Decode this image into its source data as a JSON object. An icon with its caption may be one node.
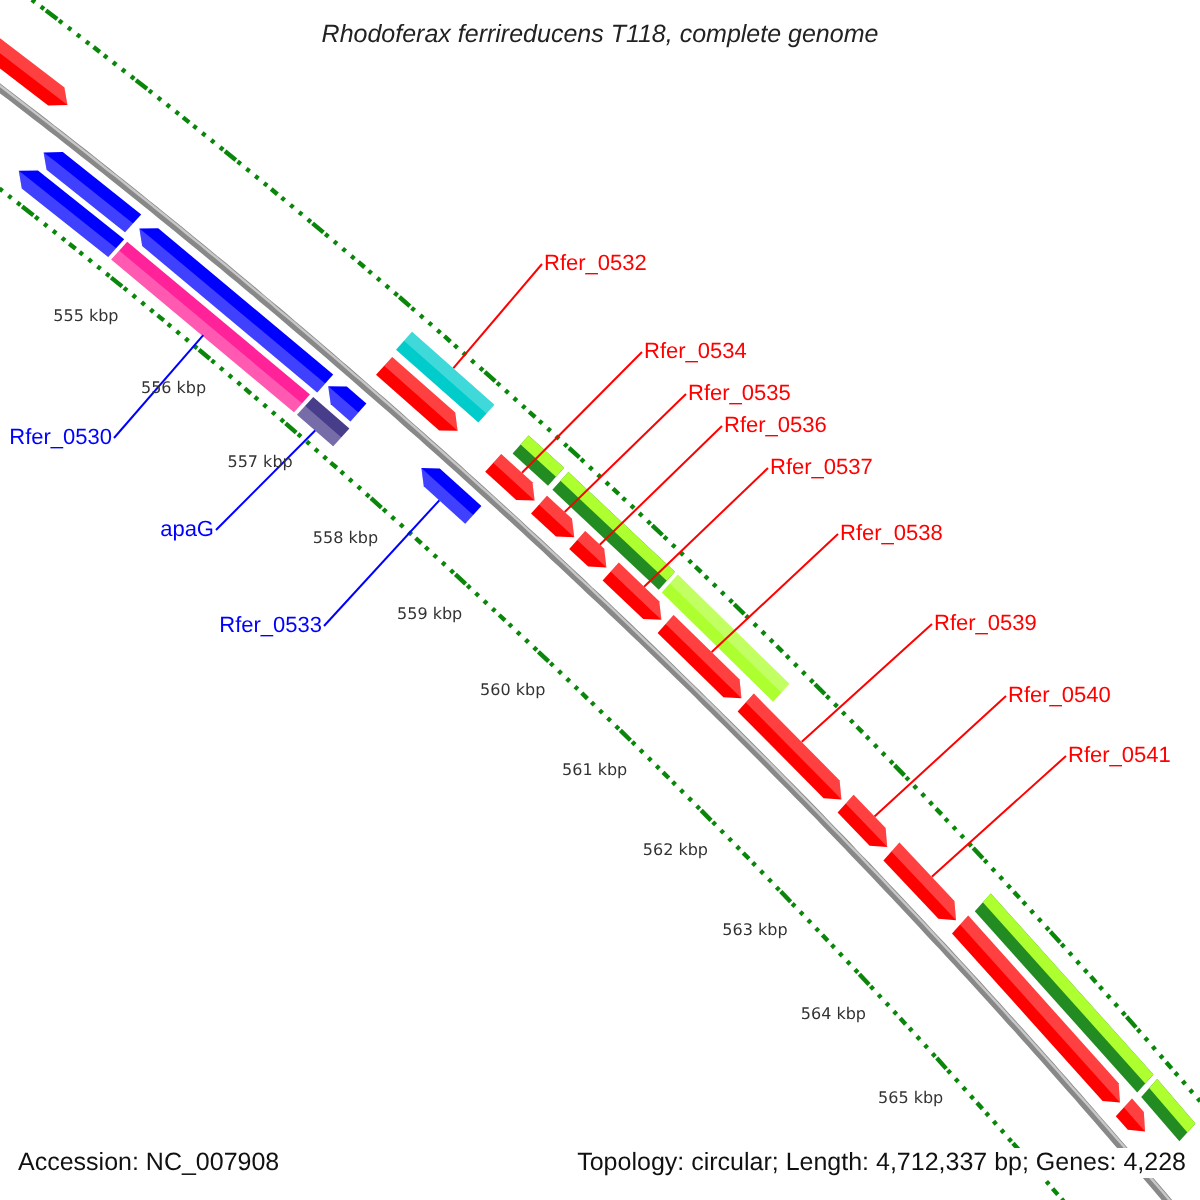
{
  "diagram": {
    "title": "Rhodoferax ferrireducens T118, complete genome",
    "nodes": [
      {
        "text": [
          "Rfer_0532"
        ]
      },
      {
        "text": [
          "Rfer_0534"
        ]
      },
      {
        "text": [
          "Rfer_0535"
        ]
      },
      {
        "text": [
          "Rfer_0536"
        ]
      },
      {
        "text": [
          "Rfer_0530"
        ]
      },
      {
        "text": [
          "Rfer_0537"
        ]
      },
      {
        "text": [
          "apaG"
        ]
      },
      {
        "text": [
          "Rfer_0538"
        ]
      },
      {
        "text": [
          "Rfer_0533"
        ]
      },
      {
        "text": [
          "Rfer_0539"
        ]
      },
      {
        "text": [
          "Rfer_0540"
        ]
      },
      {
        "text": [
          "Rfer_0541"
        ]
      },
      {
        "text": [],
        "shape": "arrow"
      },
      {
        "text": [],
        "shape": "arrow"
      },
      {
        "text": [],
        "shape": "arrow"
      },
      {
        "text": [],
        "shape": "arrow"
      },
      {
        "text": [],
        "shape": "bar"
      },
      {
        "text": [],
        "shape": "bar"
      },
      {
        "text": [],
        "shape": "arrow"
      },
      {
        "text": [],
        "shape": "bar"
      },
      {
        "text": [],
        "shape": "arrow"
      },
      {
        "text": [],
        "shape": "arrow"
      },
      {
        "text": [],
        "shape": "arrow"
      },
      {
        "text": [],
        "shape": "bar"
      },
      {
        "text": [],
        "shape": "arrow"
      },
      {
        "text": [],
        "shape": "bar"
      },
      {
        "text": [],
        "shape": "arrow"
      },
      {
        "text": [],
        "shape": "arrow"
      },
      {
        "text": [],
        "shape": "bar"
      },
      {
        "text": [],
        "shape": "arrow"
      },
      {
        "text": [],
        "shape": "arrow"
      },
      {
        "text": [],
        "shape": "arrow"
      },
      {
        "text": [],
        "shape": "arrow"
      },
      {
        "text": [],
        "shape": "arrow"
      },
      {
        "text": [],
        "shape": "bar"
      },
      {
        "text": [],
        "shape": "arrow"
      },
      {
        "text": [],
        "shape": "bar"
      }
    ],
    "edges": [
      {
        "from": 4,
        "to": 16,
        "arrow": "none",
        "color": "#0000ff"
      },
      {
        "from": 6,
        "to": 17,
        "arrow": "none",
        "color": "#0000ff"
      },
      {
        "from": 0,
        "to": 19,
        "arrow": "none"
      },
      {
        "from": 8,
        "to": 21,
        "arrow": "none",
        "color": "#0000ff"
      },
      {
        "from": 1,
        "to": 22,
        "arrow": "none"
      },
      {
        "from": 2,
        "to": 24,
        "arrow": "none"
      },
      {
        "from": 3,
        "to": 26,
        "arrow": "none"
      },
      {
        "from": 5,
        "to": 27,
        "arrow": "none"
      },
      {
        "from": 7,
        "to": 29,
        "arrow": "none"
      },
      {
        "from": 9,
        "to": 30,
        "arrow": "none"
      },
      {
        "from": 10,
        "to": 31,
        "arrow": "none"
      },
      {
        "from": 11,
        "to": 32,
        "arrow": "none"
      }
    ],
    "labels": [
      "555 kbp",
      "556 kbp",
      "557 kbp",
      "558 kbp",
      "559 kbp",
      "560 kbp",
      "561 kbp",
      "562 kbp",
      "563 kbp",
      "564 kbp",
      "565 kbp",
      "Accession: NC_007908",
      "Topology: circular; Length: 4,712,337 bp; Genes: 4,228"
    ]
  }
}
